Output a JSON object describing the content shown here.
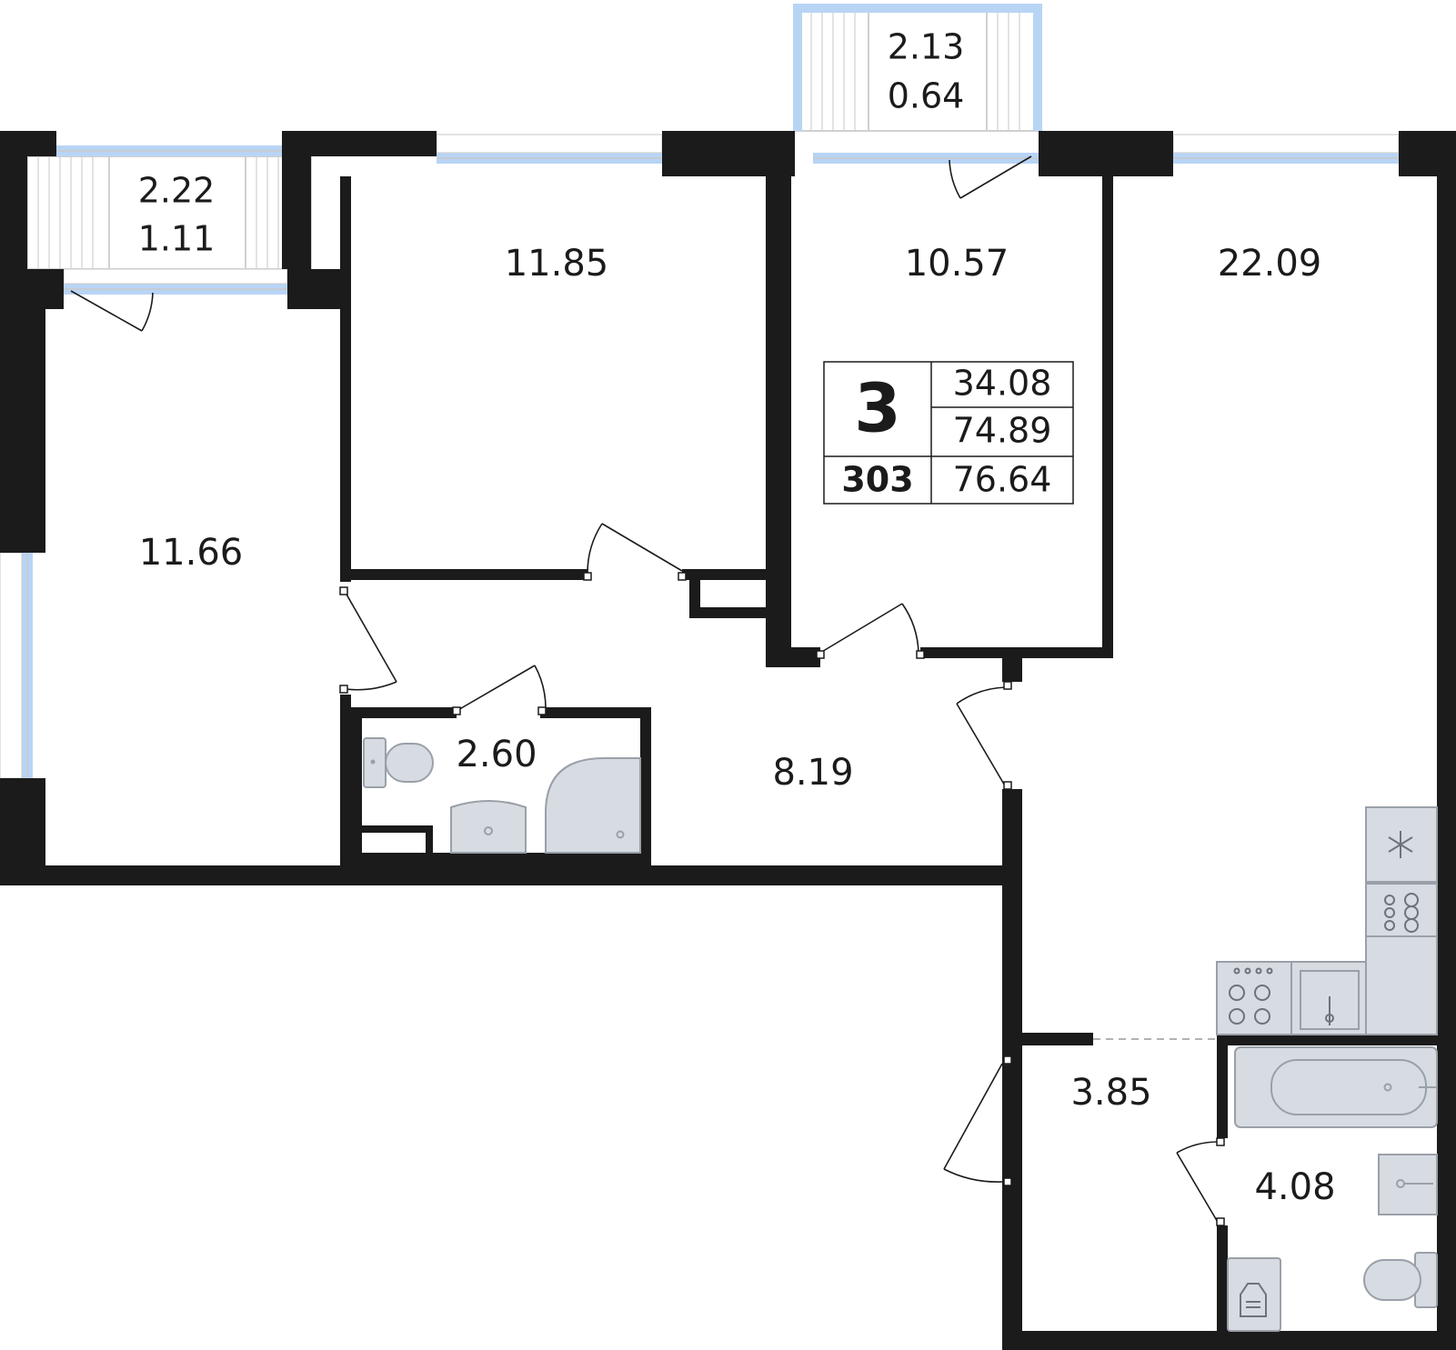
{
  "summary": {
    "rooms_count": "3",
    "apartment_number": "303",
    "living_area": "34.08",
    "total_area": "74.89",
    "total_area_with_balconies": "76.64"
  },
  "rooms": [
    {
      "id": "room-bedroom-left",
      "area": "11.66"
    },
    {
      "id": "room-bedroom-middle",
      "area": "11.85"
    },
    {
      "id": "room-bedroom-right",
      "area": "10.57"
    },
    {
      "id": "room-kitchen-living",
      "area": "22.09"
    },
    {
      "id": "room-hallway",
      "area": "8.19"
    },
    {
      "id": "room-toilet",
      "area": "2.60"
    },
    {
      "id": "room-entry",
      "area": "3.85"
    },
    {
      "id": "room-bathroom",
      "area": "4.08"
    }
  ],
  "balconies": [
    {
      "id": "balcony-left",
      "area": "2.22",
      "reduced_area": "1.11"
    },
    {
      "id": "balcony-top",
      "area": "2.13",
      "reduced_area": "0.64"
    }
  ],
  "colors": {
    "wall": "#1b1b1b",
    "window": "#b8d4f5",
    "fixture": "#d7dbe2"
  }
}
